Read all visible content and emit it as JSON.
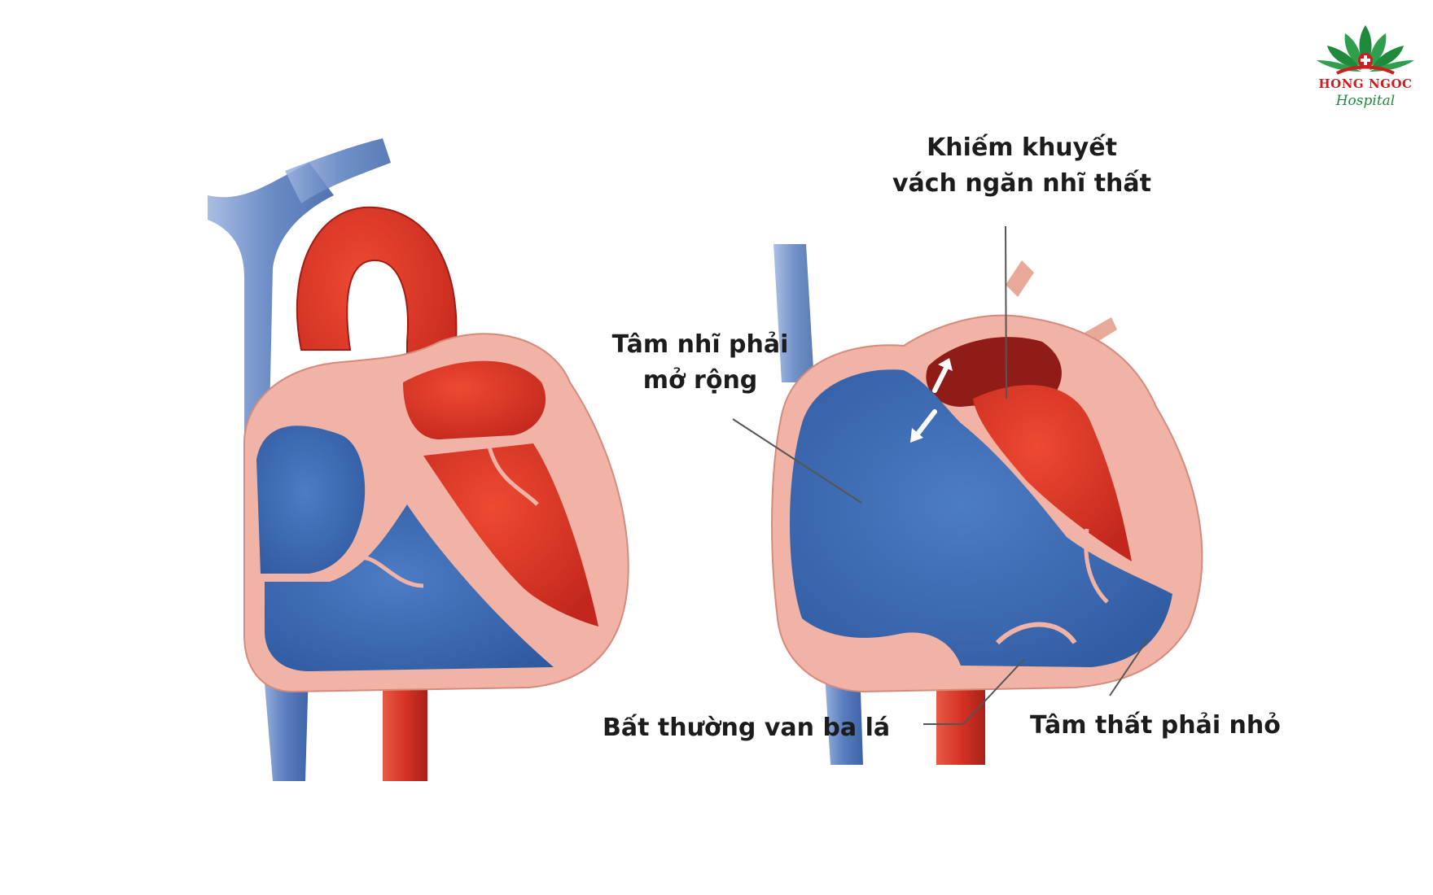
{
  "logo": {
    "name": "HONG NGOC",
    "subtitle": "Hospital",
    "colors": {
      "green": "#1f8a3c",
      "red": "#d01c1f"
    }
  },
  "labels": {
    "defect_line1": "Khiếm khuyết",
    "defect_line2": "vách ngăn nhĩ thất",
    "atrium_line1": "Tâm nhĩ phải",
    "atrium_line2": "mở rộng",
    "valve": "Bất thường van ba lá",
    "ventricle": "Tâm thất phải nhỏ"
  },
  "colors": {
    "oxygenated": "#d93426",
    "deoxygenated": "#3f6fb5",
    "myocardium": "#f0b0a2",
    "vessel_blue": "#5b7fc0"
  }
}
